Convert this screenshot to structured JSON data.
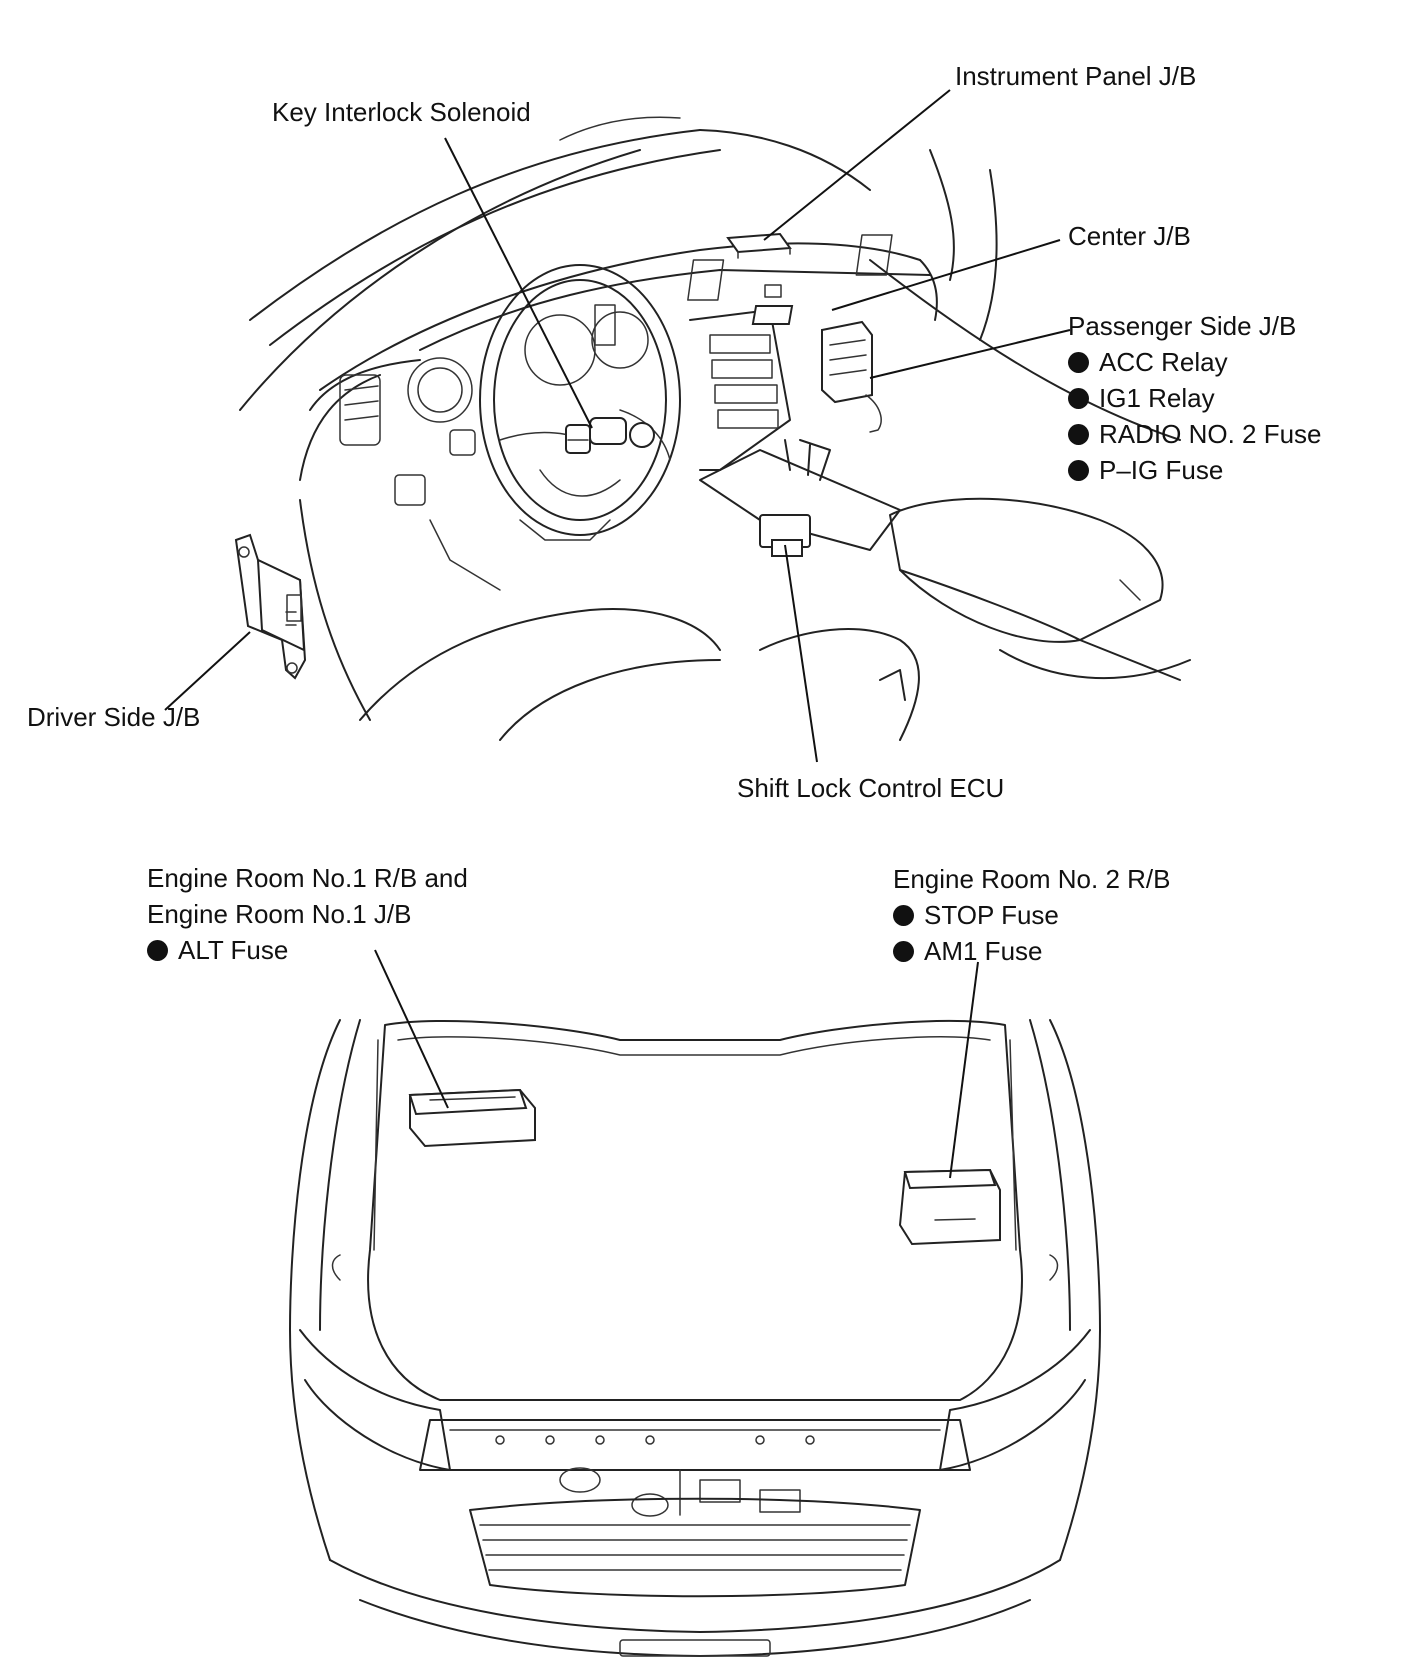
{
  "interior": {
    "labels": {
      "key_interlock": "Key Interlock Solenoid",
      "instrument_panel_jb": "Instrument Panel J/B",
      "center_jb": "Center J/B",
      "passenger_side_jb": {
        "title": "Passenger Side J/B",
        "items": [
          "ACC Relay",
          "IG1 Relay",
          "RADIO NO. 2 Fuse",
          "P–IG Fuse"
        ]
      },
      "driver_side_jb": "Driver Side J/B",
      "shift_lock_ecu": "Shift Lock Control ECU"
    }
  },
  "engine_room": {
    "labels": {
      "no1": {
        "title_line1": "Engine Room No.1 R/B and",
        "title_line2": "Engine Room No.1 J/B",
        "items": [
          "ALT Fuse"
        ]
      },
      "no2": {
        "title": "Engine Room No. 2 R/B",
        "items": [
          "STOP Fuse",
          "AM1 Fuse"
        ]
      }
    }
  },
  "colors": {
    "ink": "#111111",
    "background": "#ffffff"
  }
}
